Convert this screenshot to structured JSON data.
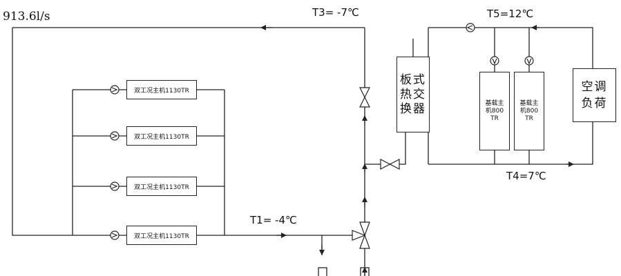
{
  "flow_rate": "913.6l/s",
  "temperatures": {
    "t3": "T3= -7℃",
    "t5": "T5=12℃",
    "t4": "T4=7℃",
    "t1": "T1= -4℃"
  },
  "chillers": [
    {
      "label": "双工况主机1130TR"
    },
    {
      "label": "双工况主机1130TR"
    },
    {
      "label": "双工况主机1130TR"
    },
    {
      "label": "双工况主机1130TR"
    }
  ],
  "base_chillers": [
    {
      "label": "基载主机800TR"
    },
    {
      "label": "基载主机800TR"
    }
  ],
  "heat_exchanger": {
    "label": "板式热交换器"
  },
  "load": {
    "label": "空调负荷"
  },
  "colors": {
    "line": "#222222"
  },
  "icons": [
    "pump-icon",
    "valve-icon",
    "three-way-valve-icon",
    "flow-arrow-icon"
  ]
}
